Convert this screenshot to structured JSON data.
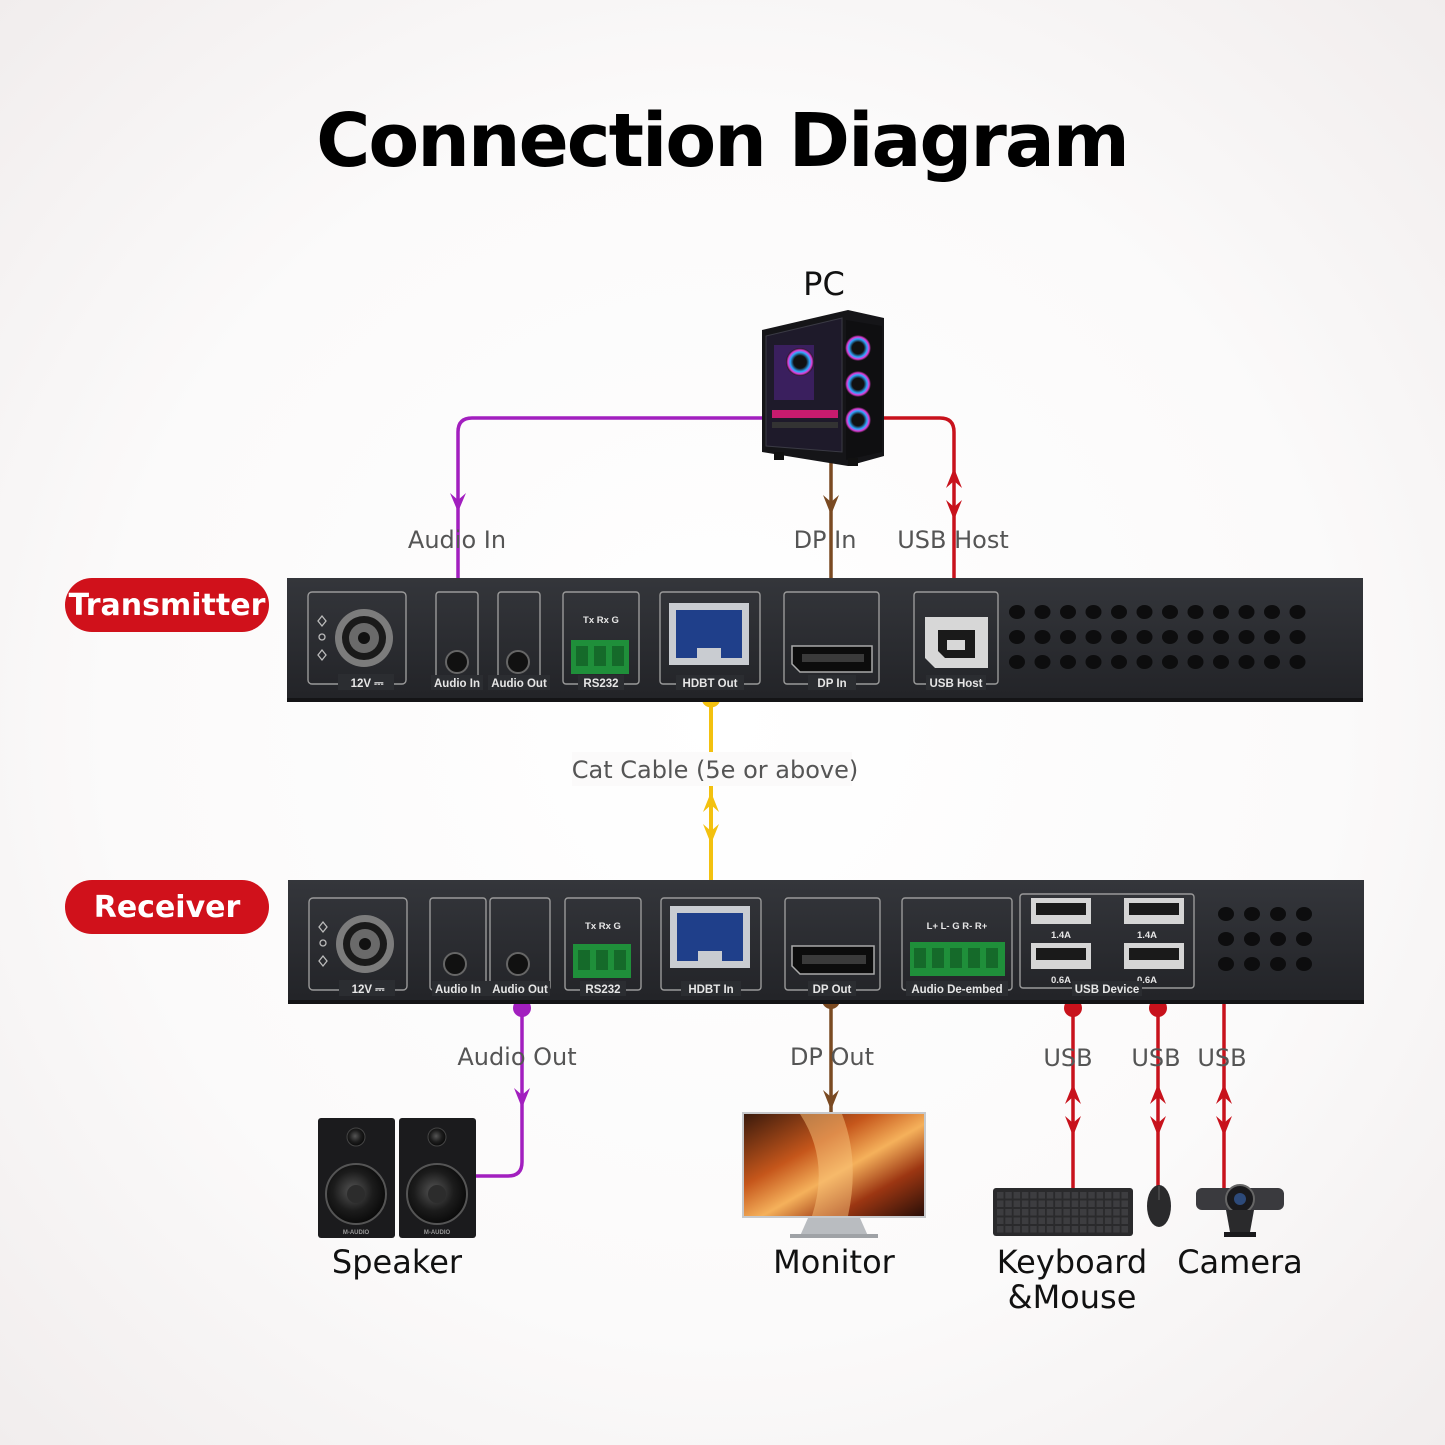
{
  "title": "Connection Diagram",
  "badges": {
    "transmitter": "Transmitter",
    "receiver": "Receiver"
  },
  "devices": {
    "pc": "PC",
    "speaker": "Speaker",
    "monitor": "Monitor",
    "keyboard_line1": "Keyboard",
    "keyboard_line2": "&Mouse",
    "camera": "Camera"
  },
  "connections": {
    "audio_in": "Audio In",
    "dp_in": "DP In",
    "usb_host": "USB Host",
    "cat_cable": "Cat Cable (5e or above)",
    "audio_out": "Audio Out",
    "dp_out": "DP Out",
    "usb_1": "USB",
    "usb_2": "USB",
    "usb_3": "USB"
  },
  "transmitter_ports": {
    "power": "12V ⎓",
    "audio_in": "Audio In",
    "audio_out": "Audio Out",
    "rs232": "RS232",
    "rs232_pins": "Tx  Rx  G",
    "hdbt_out": "HDBT Out",
    "dp_in": "DP In",
    "usb_host": "USB Host"
  },
  "receiver_ports": {
    "power": "12V ⎓",
    "audio_in": "Audio In",
    "audio_out": "Audio Out",
    "rs232": "RS232",
    "rs232_pins": "Tx  Rx  G",
    "hdbt_in": "HDBT In",
    "dp_out": "DP Out",
    "audio_deembed": "Audio De-embed",
    "deembed_pins": "L+  L-  G  R-  R+",
    "usb_device": "USB Device",
    "usb_14a_1": "1.4A",
    "usb_14a_2": "1.4A",
    "usb_06a_1": "0.6A",
    "usb_06a_2": "0.6A"
  },
  "speaker_brand": "M-AUDIO",
  "colors": {
    "audio": "#a21fbf",
    "dp": "#7a4a22",
    "usb": "#c8121c",
    "cat": "#f3c10f",
    "badge": "#d0111b",
    "panel": "#2b2d31"
  },
  "icons": [
    "pc-tower-icon",
    "speaker-icon",
    "monitor-icon",
    "keyboard-icon",
    "mouse-icon",
    "camera-icon",
    "power-jack-icon",
    "rj45-icon",
    "usb-b-icon",
    "displayport-icon",
    "usb-a-icon",
    "terminal-block-icon"
  ]
}
